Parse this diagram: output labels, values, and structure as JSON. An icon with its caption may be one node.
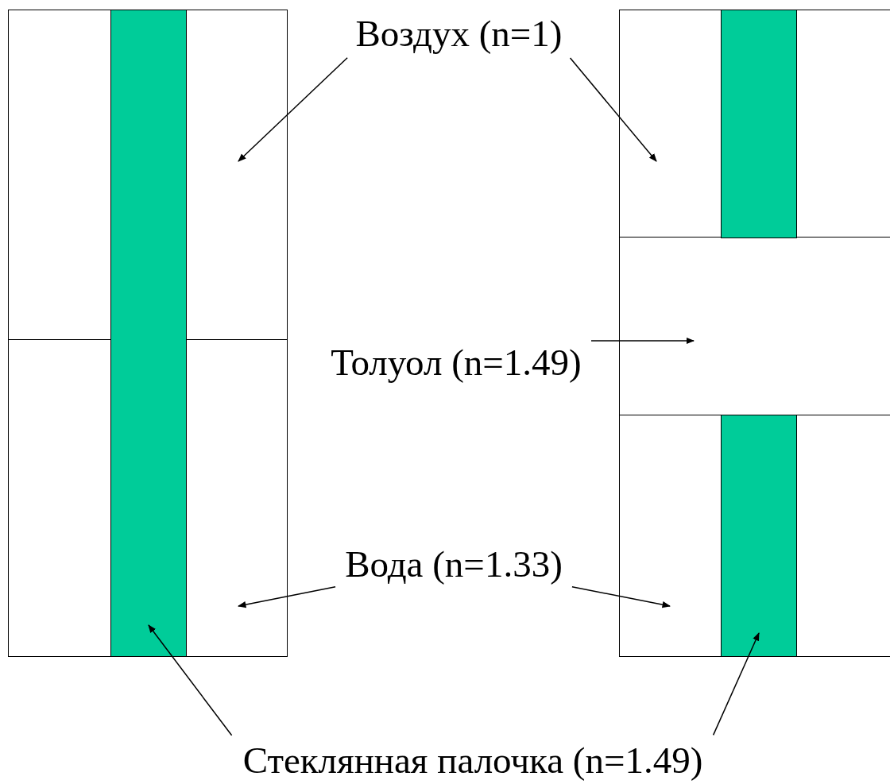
{
  "diagram": {
    "nodes": [
      {
        "text": [
          "Воздух (n=1)"
        ]
      },
      {
        "text": [],
        "shape": "box"
      },
      {
        "text": [],
        "shape": "box"
      },
      {
        "text": [],
        "shape": "bar"
      },
      {
        "text": [],
        "shape": "box"
      },
      {
        "text": [],
        "shape": "box"
      },
      {
        "text": [],
        "shape": "box"
      },
      {
        "text": [],
        "shape": "bar",
        "in": 4
      },
      {
        "text": [],
        "shape": "bar",
        "in": 6
      },
      {
        "text": [
          "Толуол (n=1.49)"
        ]
      },
      {
        "text": [
          "Вода (n=1.33)"
        ]
      },
      {
        "text": [
          "Стеклянная палочка (n=1.49)"
        ]
      }
    ],
    "edges": [
      {
        "from": 0,
        "to": 1,
        "arrow": "to"
      },
      {
        "from": 0,
        "to": 4,
        "arrow": "to"
      },
      {
        "from": 9,
        "to": 5,
        "arrow": "to"
      },
      {
        "from": 10,
        "to": 2,
        "arrow": "to"
      },
      {
        "from": 10,
        "to": 6,
        "arrow": "to"
      },
      {
        "from": 11,
        "to": 3,
        "arrow": "to"
      },
      {
        "from": 11,
        "to": 8,
        "arrow": "to"
      }
    ]
  }
}
